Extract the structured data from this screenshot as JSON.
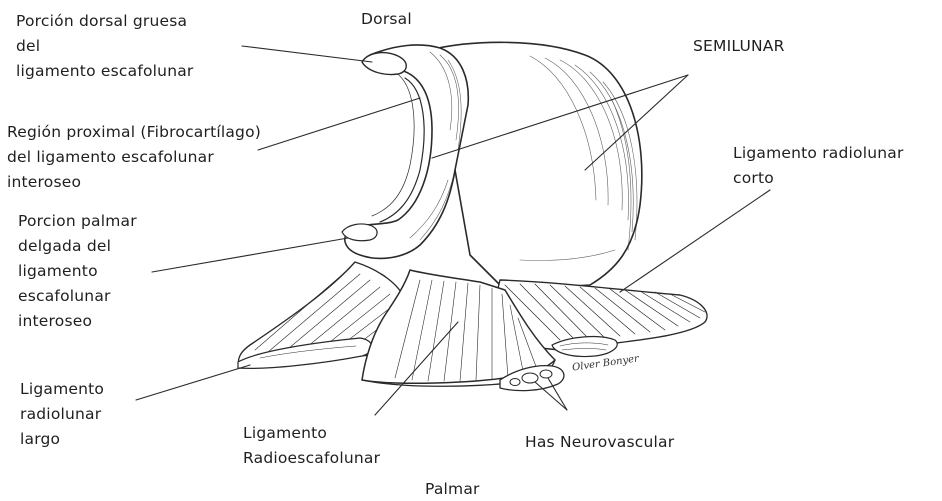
{
  "labels": {
    "dorsal": "Dorsal",
    "semilunar": "SEMILUNAR",
    "dorsal_thick": [
      "Porción dorsal gruesa",
      "del",
      "ligamento escafolunar"
    ],
    "proximal_region": [
      "Región proximal (Fibrocartílago)",
      "del ligamento escafolunar",
      "interoseo"
    ],
    "palmar_thin": [
      "Porcion palmar",
      "delgada del",
      "ligamento",
      "escafolunar",
      "interoseo"
    ],
    "short_rl": [
      "Ligamento radiolunar",
      "corto"
    ],
    "long_rl": [
      "Ligamento",
      "radiolunar",
      "largo"
    ],
    "radioscapholunate": [
      "Ligamento",
      "Radioescafolunar"
    ],
    "neurovascular": "Has Neurovascular",
    "palmar": "Palmar"
  },
  "signature": "Olver Bonyer",
  "colors": {
    "ink": "#1f1f1f",
    "line": "#2a2a2a",
    "background": "#ffffff"
  }
}
